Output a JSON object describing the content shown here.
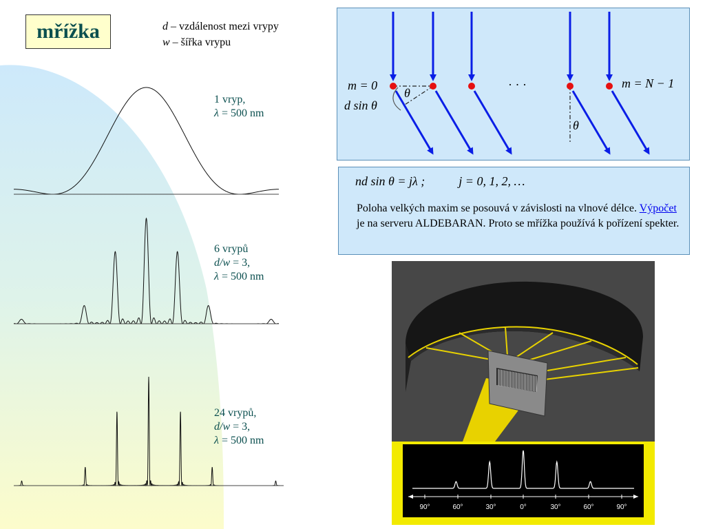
{
  "title": "mřížka",
  "legend": {
    "d_sym": "d",
    "d_text": " – vzdálenost mezi vrypy",
    "w_sym": "w",
    "w_text": " – šířka vrypu"
  },
  "curves": [
    {
      "line1": "1 vryp,",
      "lambda": "λ",
      "line_wl": " = 500 nm",
      "slits": 1
    },
    {
      "line1": "6 vrypů",
      "dw_sym": "d/w",
      "dw_val": " = 3,",
      "lambda": "λ",
      "line_wl": " = 500 nm",
      "slits": 6
    },
    {
      "line1": "24 vrypů,",
      "dw_sym": "d/w",
      "dw_val": " = 3,",
      "lambda": "λ",
      "line_wl": " = 500 nm",
      "slits": 24
    }
  ],
  "diagram": {
    "m_first": "m = 0",
    "dsin": "d sin θ",
    "theta": "θ",
    "ellipsis": "· · ·",
    "m_last": "m = N − 1",
    "colors": {
      "arrow": "#0a1ee6",
      "dot": "#e61010"
    }
  },
  "equation": {
    "formula": "nd sin θ = jλ ;",
    "j_values": "j = 0, 1, 2, …",
    "text_before": "Poloha velkých maxim se posouvá v závislosti na vlnové délce. ",
    "link": "Výpočet ",
    "text_after": "je na serveru ALDEBARAN. Proto se mřížka používá k pořízení spekter."
  },
  "photo": {
    "angle_ticks": [
      "90°",
      "60°",
      "30°",
      "0°",
      "30°",
      "60°",
      "90°"
    ]
  }
}
